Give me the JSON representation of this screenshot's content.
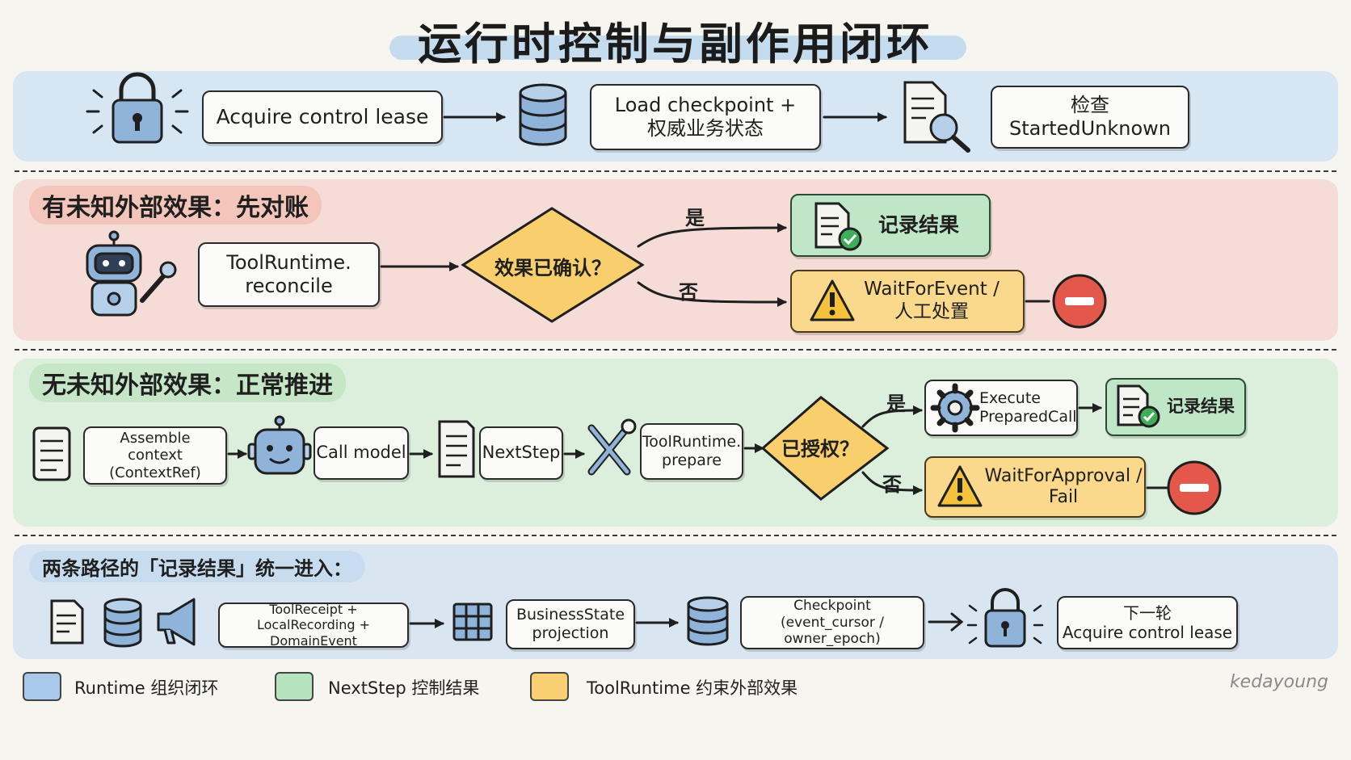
{
  "title": "运行时控制与副作用闭环",
  "row1": {
    "acquire": "Acquire control lease",
    "load_line1": "Load checkpoint +",
    "load_line2": "权威业务状态",
    "check_line1": "检查",
    "check_line2": "StartedUnknown"
  },
  "row2": {
    "label": "有未知外部效果：先对账",
    "reconcile_line1": "ToolRuntime.",
    "reconcile_line2": "reconcile",
    "decision": "效果已确认？",
    "yes": "是",
    "no": "否",
    "record": "记录结果",
    "wait_line1": "WaitForEvent /",
    "wait_line2": "人工处置"
  },
  "row3": {
    "label": "无未知外部效果：正常推进",
    "assemble_line1": "Assemble",
    "assemble_line2": "context (ContextRef)",
    "call_model": "Call model",
    "next_step": "NextStep",
    "prepare_line1": "ToolRuntime.",
    "prepare_line2": "prepare",
    "decision": "已授权？",
    "yes": "是",
    "no": "否",
    "execute_line1": "Execute",
    "execute_line2": "PreparedCall",
    "record": "记录结果",
    "wait_line1": "WaitForApproval /",
    "wait_line2": "Fail"
  },
  "row4": {
    "label": "两条路径的「记录结果」统一进入：",
    "receipt_line1": "ToolReceipt + LocalRecording +",
    "receipt_line2": "DomainEvent",
    "projection_line1": "BusinessState",
    "projection_line2": "projection",
    "checkpoint_line1": "Checkpoint",
    "checkpoint_line2": "(event_cursor / owner_epoch)",
    "next_line1": "下一轮",
    "next_line2": "Acquire control lease"
  },
  "legend": [
    {
      "label": "Runtime 组织闭环",
      "color": "#a9c9ea"
    },
    {
      "label": "NextStep 控制结果",
      "color": "#b5e3bd"
    },
    {
      "label": "ToolRuntime 约束外部效果",
      "color": "#f9cf73"
    }
  ],
  "signature": "kedayoung",
  "colors": {
    "blue": "#d7e6f3",
    "red": "#f6dcd6",
    "green": "#dcefdd",
    "stop": "#e4574b",
    "warn": "#f5c33b"
  }
}
